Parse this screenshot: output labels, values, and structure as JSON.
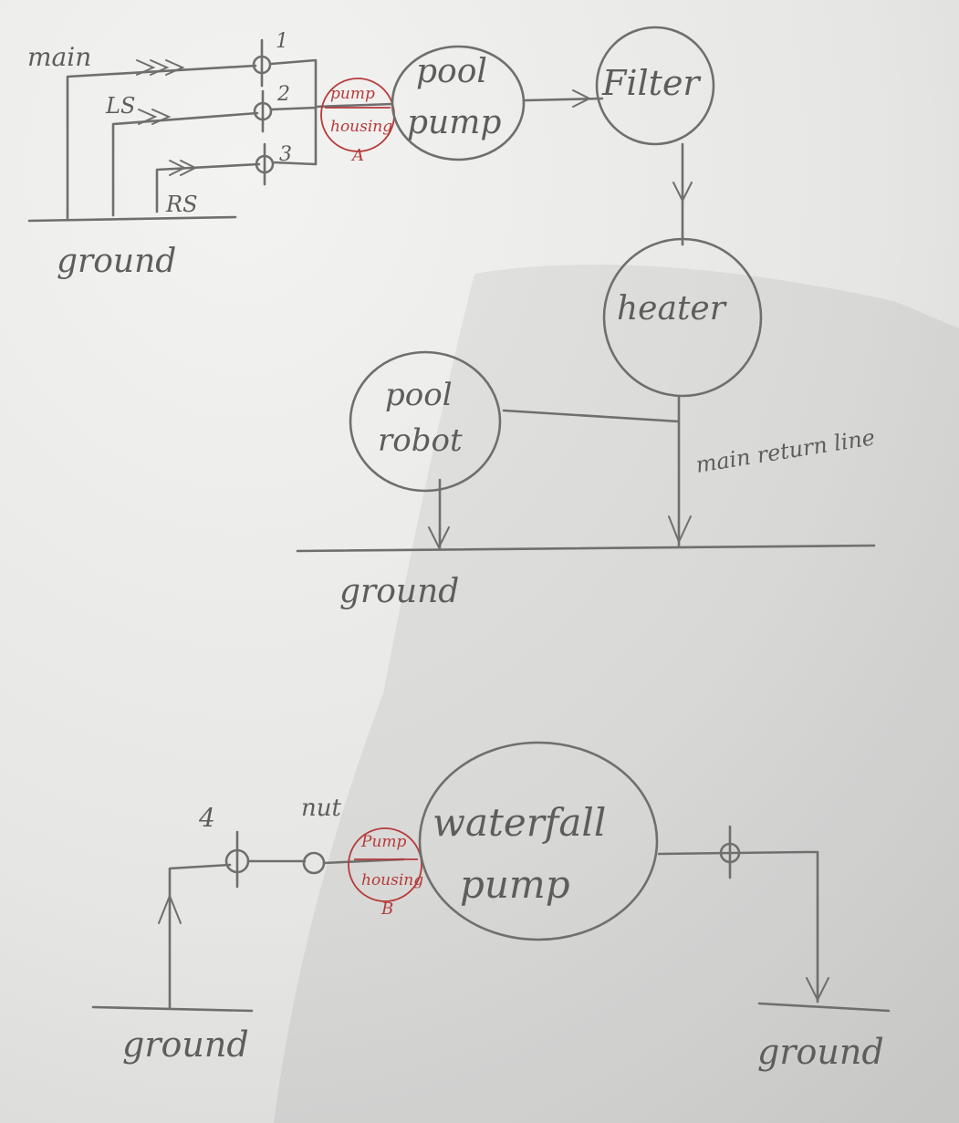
{
  "paper_color": "#efefed",
  "pencil_color": "#6f6f6f",
  "red_ink_color": "#b53a3a",
  "diagram1": {
    "inputs": {
      "main": "main",
      "ls": "LS",
      "rs": "RS"
    },
    "valves": [
      "1",
      "2",
      "3"
    ],
    "ground_left": "ground",
    "housing_a": {
      "line1": "pump",
      "line2": "housing",
      "letter": "A"
    },
    "pool_pump": {
      "line1": "pool",
      "line2": "pump"
    },
    "filter": "Filter",
    "heater": "heater",
    "pool_robot": {
      "line1": "pool",
      "line2": "robot"
    },
    "main_return_line": "main return line",
    "ground_mid": "ground"
  },
  "diagram2": {
    "valve_4": "4",
    "nut": "nut",
    "housing_b": {
      "line1": "Pump",
      "line2": "housing",
      "letter": "B"
    },
    "waterfall_pump": {
      "line1": "waterfall",
      "line2": "pump"
    },
    "ground_left": "ground",
    "ground_right": "ground"
  }
}
